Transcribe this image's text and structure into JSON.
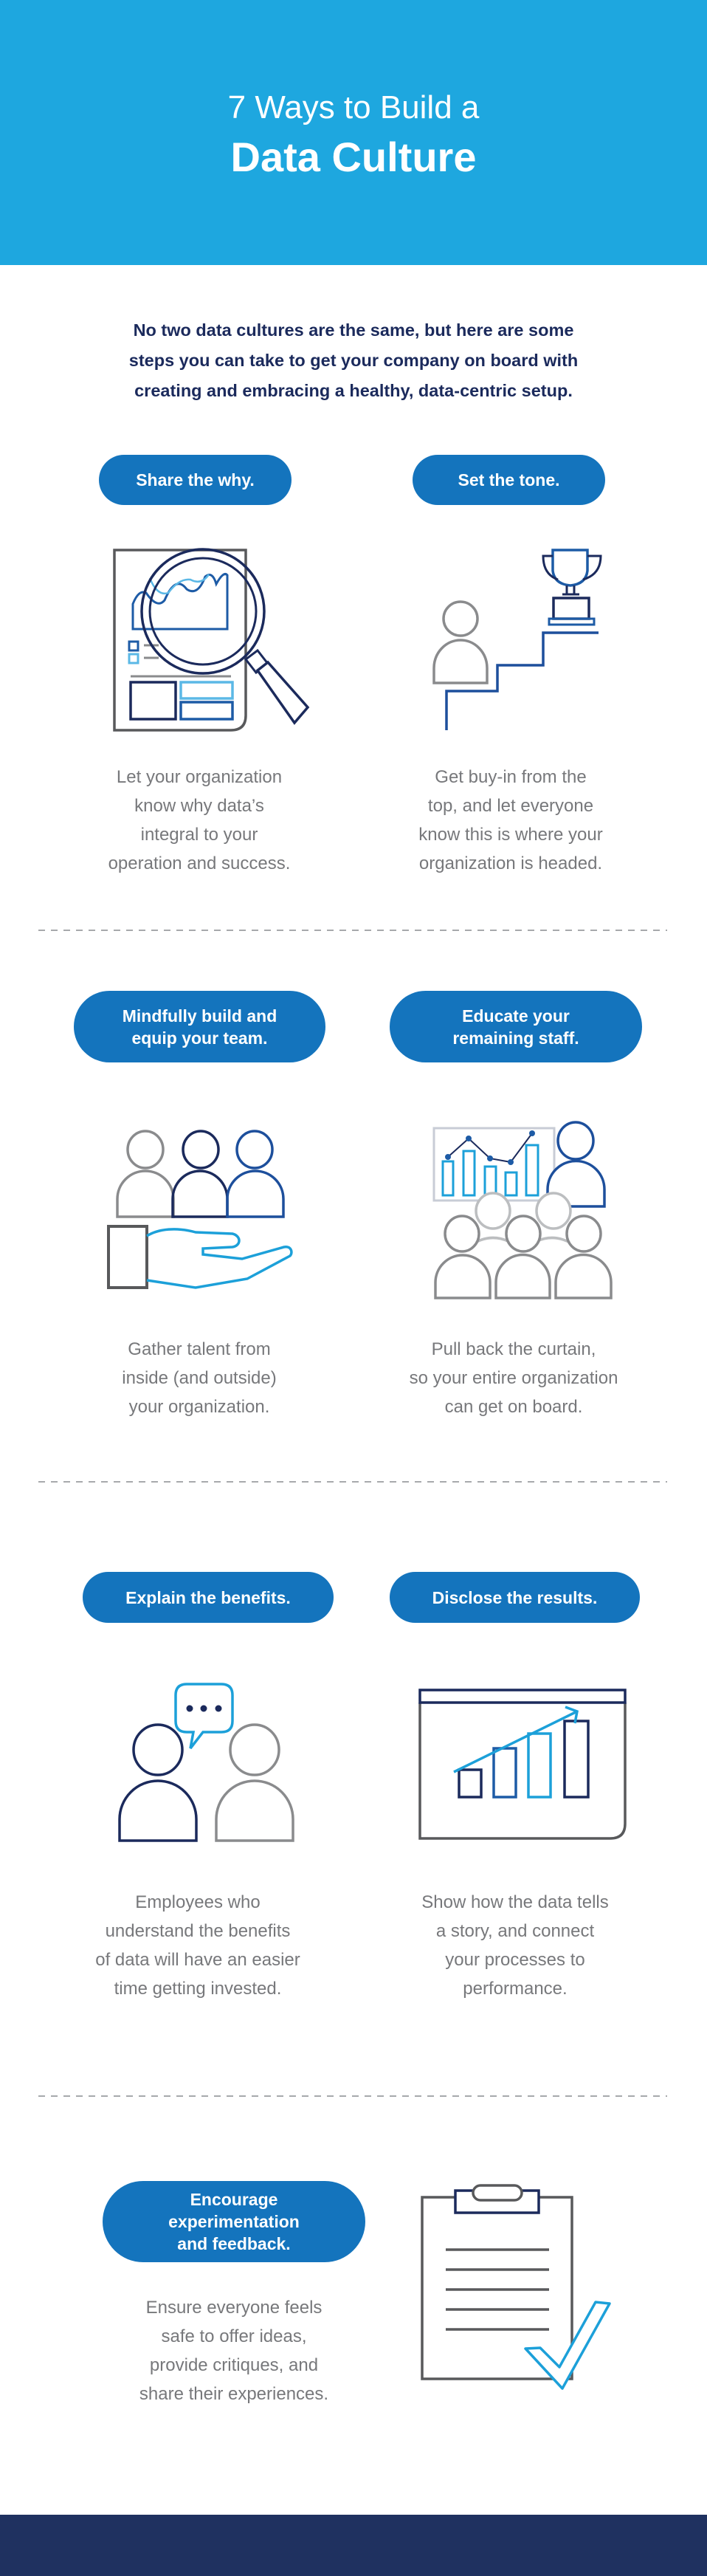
{
  "header": {
    "title_line1": "7 Ways to Build a",
    "title_line2": "Data Culture"
  },
  "intro": {
    "lines": [
      "No two data cultures are the same, but here are some",
      "steps you can take to get your company on board with",
      "creating and embracing a healthy, data-centric setup."
    ]
  },
  "steps": [
    {
      "label_lines": [
        "Share the why."
      ],
      "description_lines": [
        "Let your organization",
        "know why data’s",
        "integral to your",
        "operation and success."
      ],
      "icon": "magnifying-glass-report-icon"
    },
    {
      "label_lines": [
        "Set the tone."
      ],
      "description_lines": [
        "Get buy-in from the",
        "top, and let everyone",
        "know this is where your",
        "organization is headed."
      ],
      "icon": "stairs-trophy-icon"
    },
    {
      "label_lines": [
        "Mindfully build and",
        "equip your team."
      ],
      "description_lines": [
        "Gather talent from",
        "inside (and outside)",
        "your organization."
      ],
      "icon": "team-hand-icon"
    },
    {
      "label_lines": [
        "Educate your",
        "remaining staff."
      ],
      "description_lines": [
        "Pull back the curtain,",
        "so your entire organization",
        "can get on board."
      ],
      "icon": "presentation-audience-icon"
    },
    {
      "label_lines": [
        "Explain the benefits."
      ],
      "description_lines": [
        "Employees who",
        "understand the benefits",
        "of data will have an easier",
        "time getting invested."
      ],
      "icon": "conversation-icon"
    },
    {
      "label_lines": [
        "Disclose the results."
      ],
      "description_lines": [
        "Show how the data tells",
        "a story, and connect",
        "your processes to",
        "performance."
      ],
      "icon": "growth-chart-icon"
    },
    {
      "label_lines": [
        "Encourage",
        "experimentation",
        "and feedback."
      ],
      "description_lines": [
        "Ensure everyone feels",
        "safe to offer ideas,",
        "provide critiques, and",
        "share their experiences."
      ],
      "icon": "clipboard-check-icon"
    }
  ],
  "colors": {
    "header": "#1ea7df",
    "pill": "#1474bd",
    "navy": "#1b2a5c",
    "body_text": "#77787b",
    "light_blue": "#1ca0d9",
    "footer": "#1f3160"
  }
}
